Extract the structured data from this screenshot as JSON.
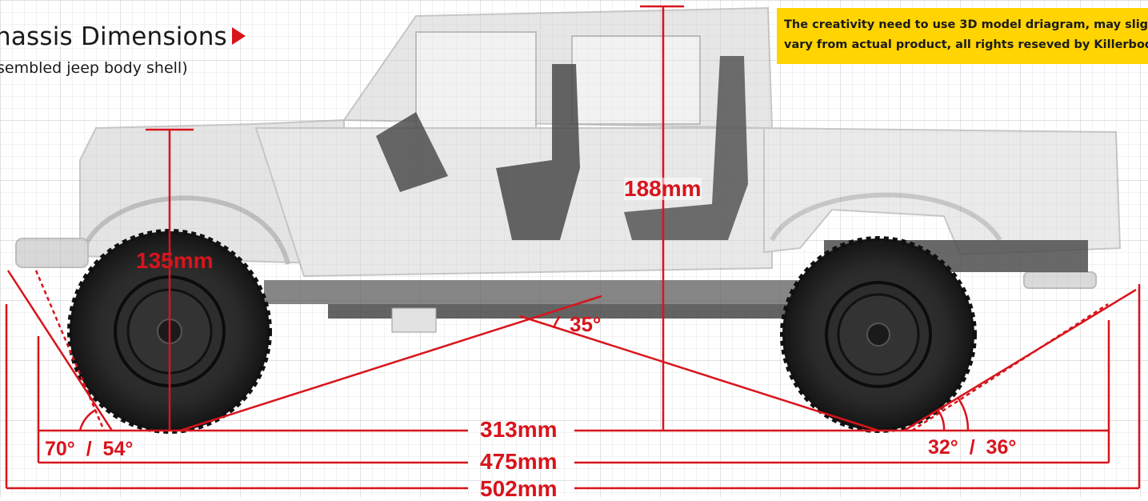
{
  "header": {
    "title": "hassis Dimensions",
    "subtitle": "sembled jeep body shell)"
  },
  "notice": {
    "line1": "The creativity need to use 3D model driagram, may slig",
    "line2": "vary from actual product, all rights reseved by Killerbod"
  },
  "dimensions": {
    "roof_height": "188mm",
    "wheel_height": "135mm",
    "breakover_angle": "35°",
    "wheelbase": "313mm",
    "body_length": "475mm",
    "overall_length": "502mm",
    "approach_angles": "70°  /  54°",
    "departure_angles": "32°  /  36°"
  },
  "colors": {
    "accent_red": "#d8141c",
    "notice_yellow": "#ffd400",
    "grid": "#d9d9d9",
    "tire": "#222222",
    "body_shell": "#c9c9c9"
  }
}
